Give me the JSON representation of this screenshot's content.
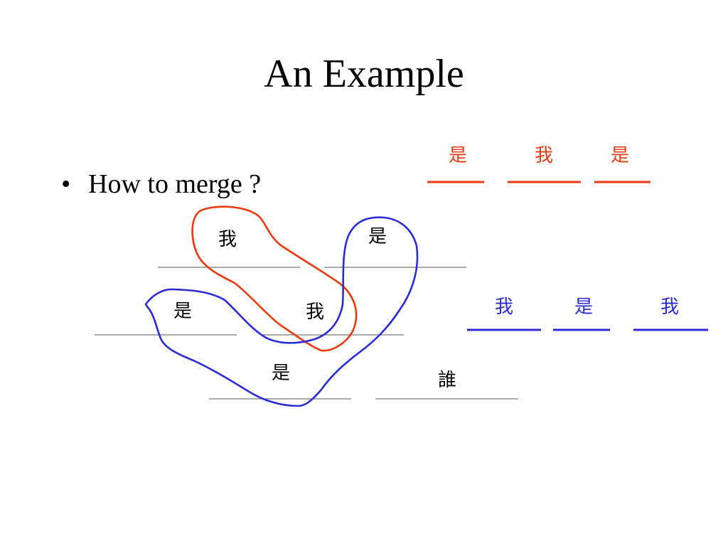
{
  "slide": {
    "title": "An Example",
    "bullet": {
      "marker": "•",
      "text": "How to merge ?"
    }
  },
  "colors": {
    "red": "#ea3a0e",
    "blue": "#2b2bd8",
    "line_gray": "#555555",
    "text": "#000000"
  },
  "diagram": {
    "nodes": [
      {
        "id": "n1",
        "char": "我"
      },
      {
        "id": "n2",
        "char": "是"
      },
      {
        "id": "n3",
        "char": "是"
      },
      {
        "id": "n4",
        "char": "我"
      },
      {
        "id": "n5",
        "char": "是"
      },
      {
        "id": "n6",
        "char": "誰"
      }
    ],
    "red_sequence": [
      "是",
      "我",
      "是"
    ],
    "blue_sequence": [
      "我",
      "是",
      "我"
    ]
  }
}
